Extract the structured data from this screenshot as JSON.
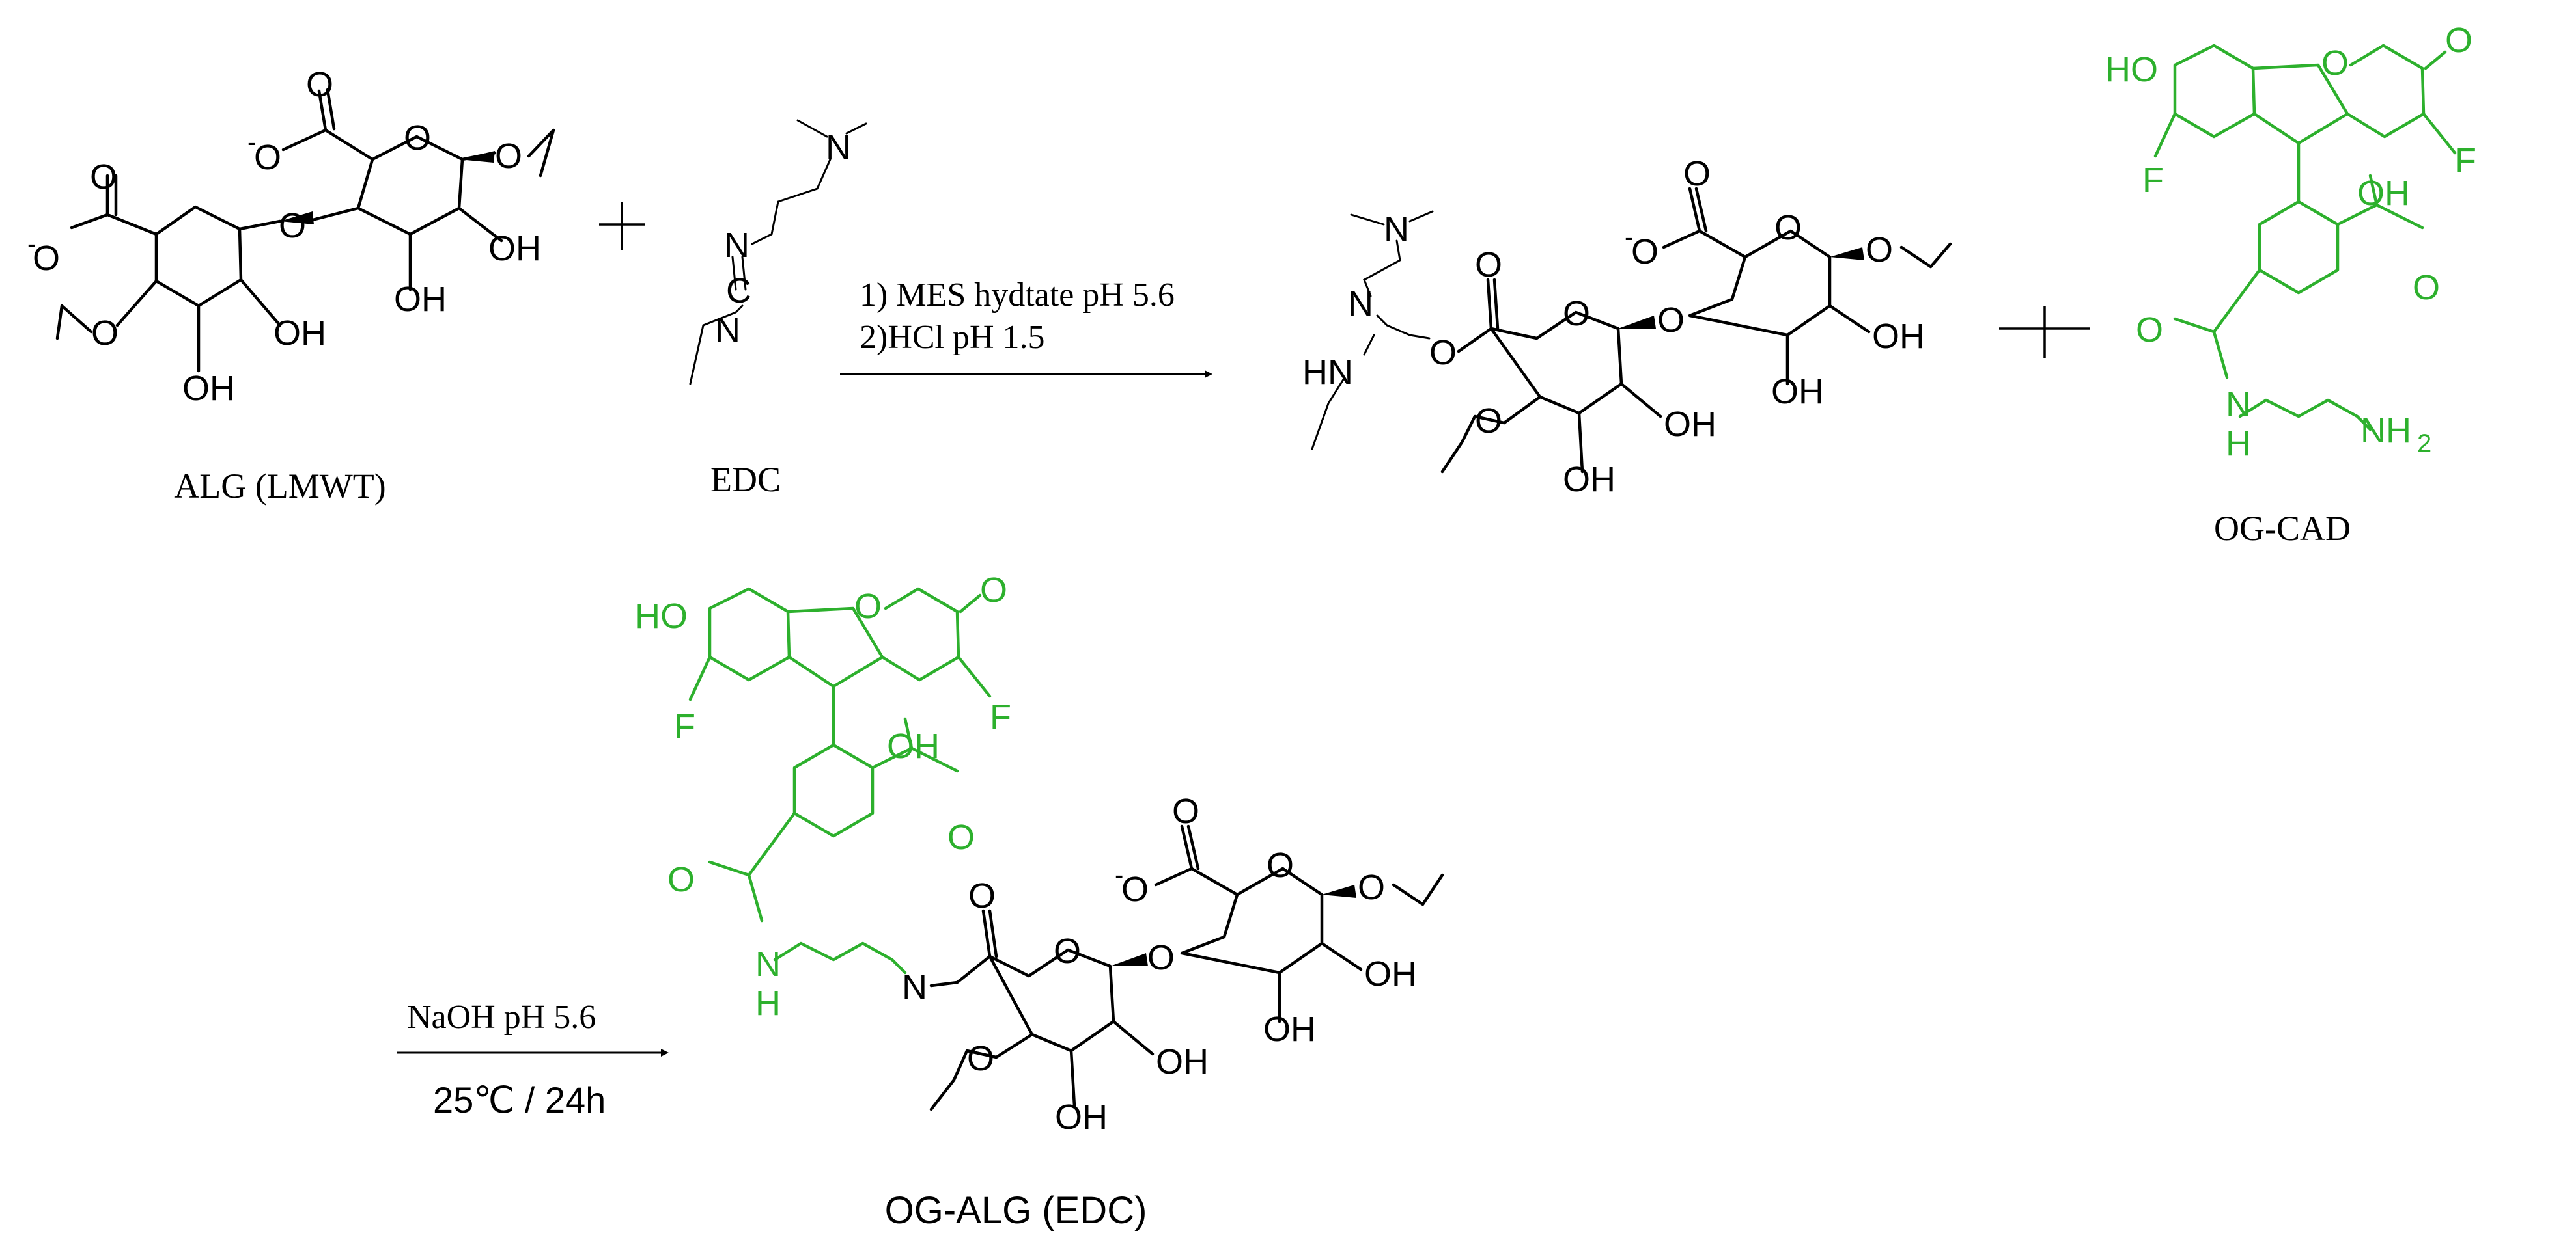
{
  "compounds": {
    "alg": {
      "name": "ALG (LMWT)"
    },
    "edc": {
      "name": "EDC"
    },
    "intermediate": {
      "name": ""
    },
    "og_cad": {
      "name": "OG-CAD"
    },
    "product": {
      "name": "OG-ALG (EDC)"
    }
  },
  "atoms": {
    "O": "O",
    "OH": "OH",
    "HO": "HO",
    "F": "F",
    "N": "N",
    "HN": "HN",
    "H": "H",
    "C": "C",
    "NH": "NH",
    "NH2_main": "NH",
    "NH2_sub": "2",
    "minus": "-"
  },
  "reaction1": {
    "step1": "1) MES hydtate pH 5.6",
    "step2": "2)HCl pH 1.5"
  },
  "reaction2": {
    "above": "NaOH pH 5.6",
    "below": "25℃ / 24h"
  },
  "colors": {
    "black": "#000000",
    "green": "#2db02d"
  }
}
